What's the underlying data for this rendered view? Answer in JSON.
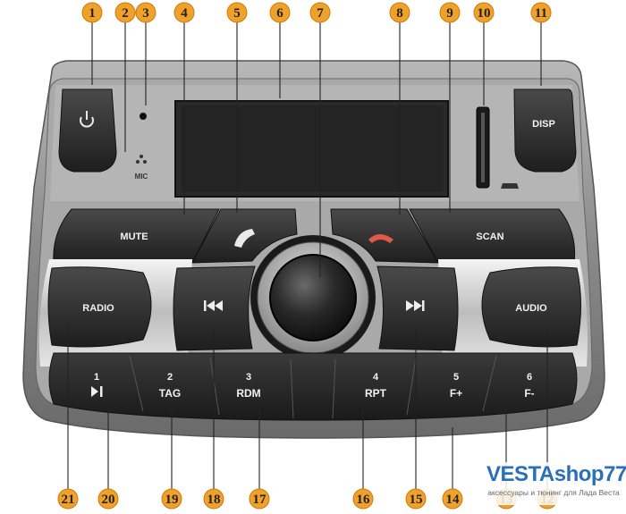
{
  "callouts": [
    "1",
    "2",
    "3",
    "4",
    "5",
    "6",
    "7",
    "8",
    "9",
    "10",
    "11",
    "12",
    "13",
    "14",
    "15",
    "16",
    "17",
    "18",
    "19",
    "20",
    "21"
  ],
  "buttons": {
    "disp": "DISP",
    "mic": "MIC",
    "mute": "MUTE",
    "scan": "SCAN",
    "radio": "RADIO",
    "audio": "AUDIO",
    "preset1_num": "1",
    "preset2_num": "2",
    "preset2_text": "TAG",
    "preset3_num": "3",
    "preset3_text": "RDM",
    "preset4_num": "4",
    "preset4_text": "RPT",
    "preset5_num": "5",
    "preset5_text": "F+",
    "preset6_num": "6",
    "preset6_text": "F-"
  },
  "watermark": {
    "title": "VESTAshop77",
    "subtitle": "аксессуары и тюнинг для Лада Веста"
  },
  "colors": {
    "callout": "#f0a12a",
    "bezel": "#8c8c8c",
    "panel": "#1e1e1e",
    "watermark": "#2b6fb8"
  },
  "icons": [
    "power-icon",
    "mic-hole-icon",
    "call-accept-icon",
    "call-end-icon",
    "prev-track-icon",
    "next-track-icon",
    "play-pause-icon",
    "sd-card-icon"
  ]
}
